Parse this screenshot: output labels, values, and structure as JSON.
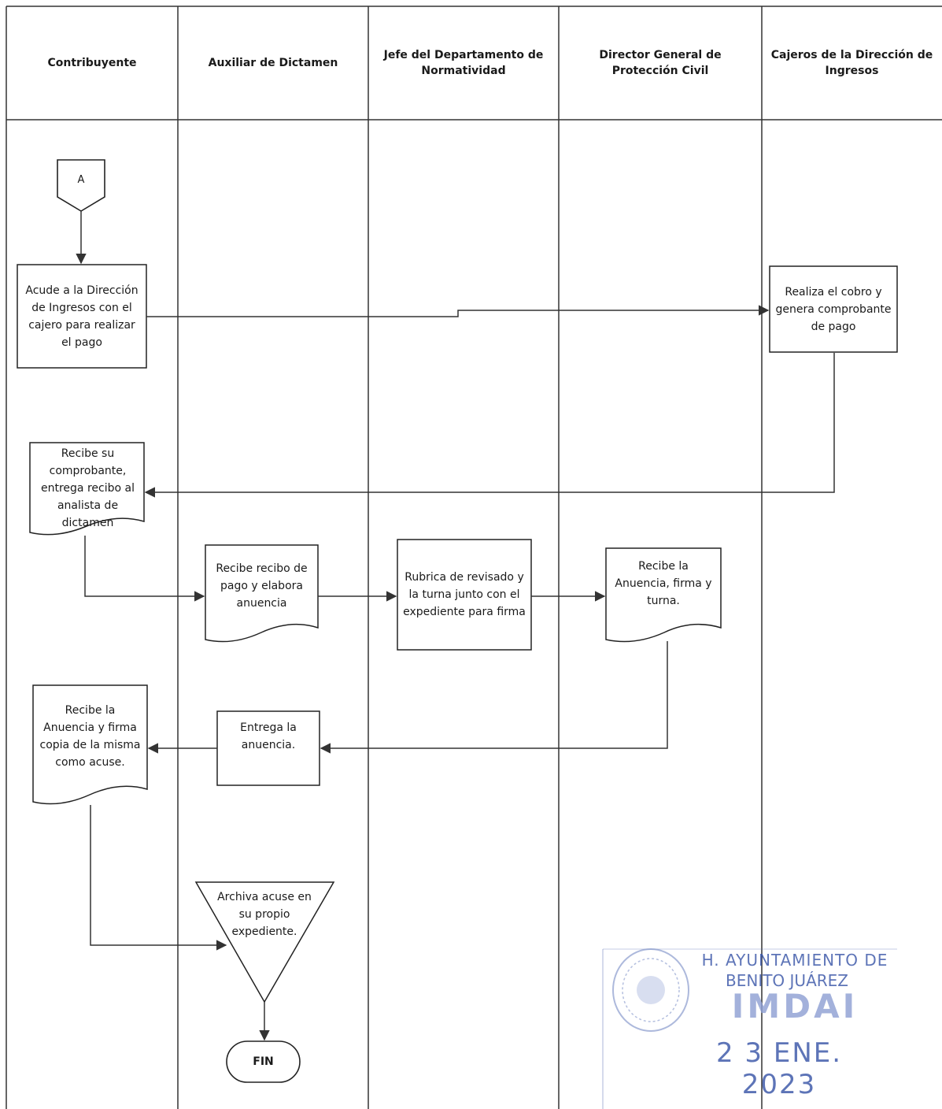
{
  "lanes": [
    {
      "id": "contribuyente",
      "title": "Contribuyente"
    },
    {
      "id": "auxiliar",
      "title": "Auxiliar de Dictamen"
    },
    {
      "id": "jefe",
      "title": "Jefe del Departamento de Normatividad"
    },
    {
      "id": "director",
      "title": "Director General de Protección Civil"
    },
    {
      "id": "cajeros",
      "title": "Cajeros de la Dirección de Ingresos"
    }
  ],
  "nodes": {
    "connector_a": "A",
    "acude": "Acude a la Dirección de Ingresos con el cajero para realizar el pago",
    "cobro": "Realiza el cobro y genera comprobante de pago",
    "recibe_comprobante": "Recibe su comprobante, entrega recibo al analista de dictamen",
    "elabora_anuencia": "Recibe recibo de pago y elabora anuencia",
    "rubrica": "Rubrica de revisado y la turna junto con el expediente para firma",
    "firma_turna": "Recibe la Anuencia, firma y turna.",
    "entrega": "Entrega la anuencia.",
    "acuse": "Recibe la Anuencia y firma copia de la misma como acuse.",
    "archiva": "Archiva acuse en su propio expediente.",
    "fin": "FIN"
  },
  "stamp": {
    "line1": "H. AYUNTAMIENTO DE",
    "line2": "BENITO JUÁREZ",
    "line3": "IMDAI",
    "date": "2 3 ENE. 2023"
  },
  "colors": {
    "line": "#333333",
    "stamp": "#3a56a8"
  }
}
